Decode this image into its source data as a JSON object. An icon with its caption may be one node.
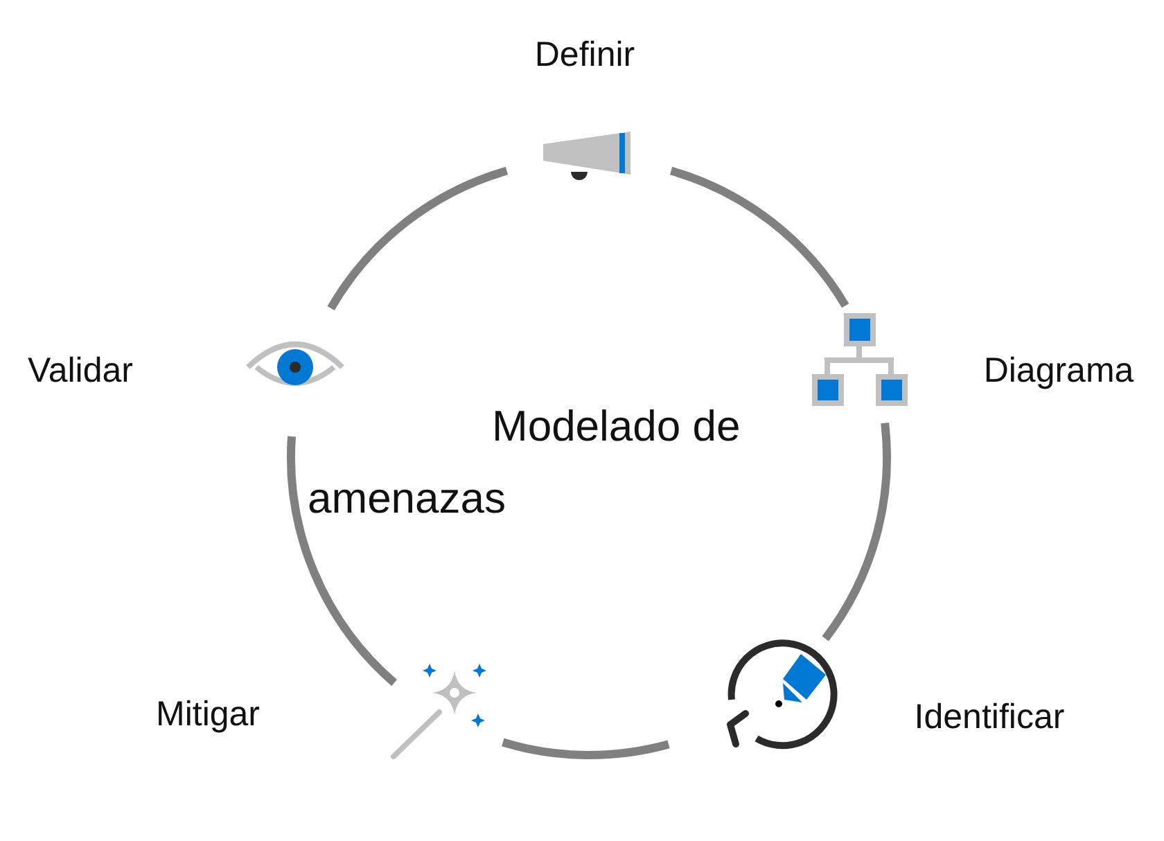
{
  "diagram": {
    "nodes": [
      {
        "text": [],
        "shape": "picture",
        "beside": [
          "Definir"
        ]
      },
      {
        "text": [],
        "shape": "picture",
        "beside": [
          "Diagrama"
        ]
      },
      {
        "text": [],
        "shape": "picture",
        "beside": [
          "Identificar"
        ]
      },
      {
        "text": [],
        "shape": "picture",
        "beside": [
          "Mitigar"
        ]
      },
      {
        "text": [],
        "shape": "picture",
        "beside": [
          "Validar"
        ]
      }
    ],
    "edges": [
      {
        "from": 0,
        "to": 1,
        "arrow": "none"
      },
      {
        "from": 1,
        "to": 2,
        "arrow": "none"
      },
      {
        "from": 2,
        "to": 3,
        "arrow": "none"
      },
      {
        "from": 3,
        "to": 4,
        "arrow": "none"
      },
      {
        "from": 4,
        "to": 0,
        "arrow": "none"
      }
    ],
    "labels": [
      "Modelado de amenazas"
    ]
  }
}
